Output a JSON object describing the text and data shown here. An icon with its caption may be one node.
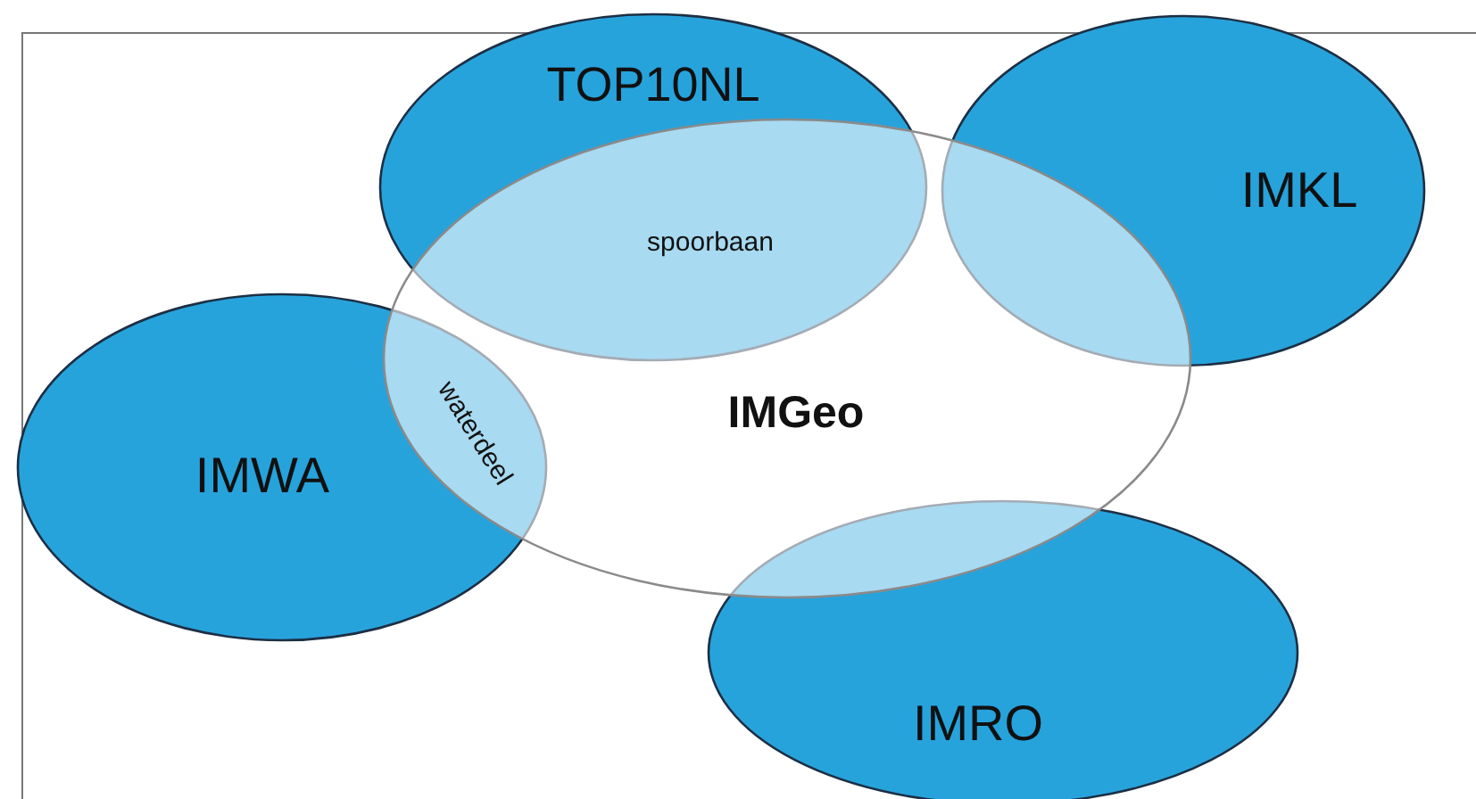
{
  "diagram": {
    "nodes": [
      {
        "text": [
          "TOP10NL"
        ]
      },
      {
        "text": [
          "IMKL"
        ]
      },
      {
        "text": [
          "IMWA"
        ]
      },
      {
        "text": [
          "IMGeo"
        ]
      },
      {
        "text": [
          "IMRO"
        ]
      }
    ],
    "labels": [
      "spoorbaan",
      "waterdeel"
    ]
  }
}
